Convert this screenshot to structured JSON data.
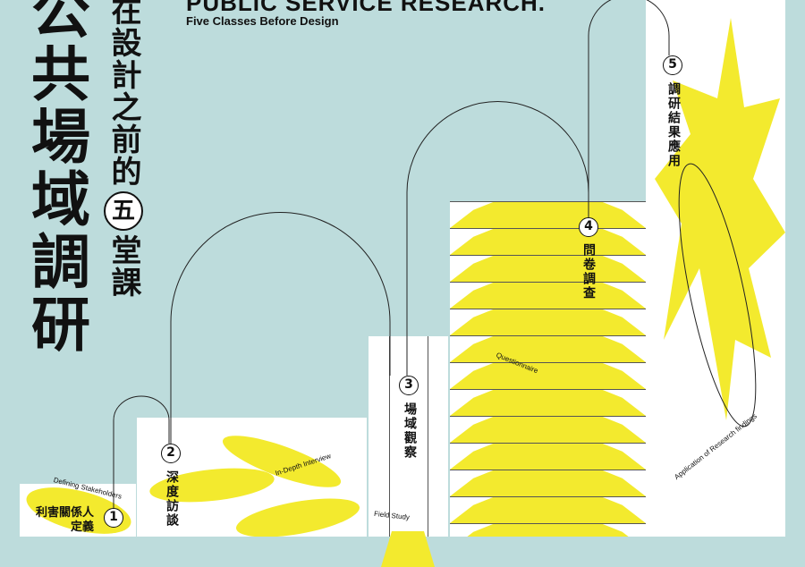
{
  "title": {
    "main": "公共場域調研",
    "sub_before": "在設計之前的",
    "sub_circled": "五",
    "sub_after": "堂課"
  },
  "header": {
    "en_title": "PUBLIC SERVICE RESEARCH.",
    "en_sub": "Five Classes Before Design"
  },
  "steps": [
    {
      "num": "1",
      "zh": "利害關係人定義",
      "zh_line1": "利害關係人",
      "zh_line2": "定義",
      "en": "Defining Stakeholders"
    },
    {
      "num": "2",
      "zh": "深度訪談",
      "en": "In-Depth Interview"
    },
    {
      "num": "3",
      "zh": "場域觀察",
      "en": "Field Study"
    },
    {
      "num": "4",
      "zh": "問卷調查",
      "en": "Questionnaire"
    },
    {
      "num": "5",
      "zh": "調研結果應用",
      "en": "Application of Research findings"
    }
  ],
  "colors": {
    "background": "#bddcdc",
    "yellow": "#f3ea2e",
    "ink": "#111111"
  }
}
